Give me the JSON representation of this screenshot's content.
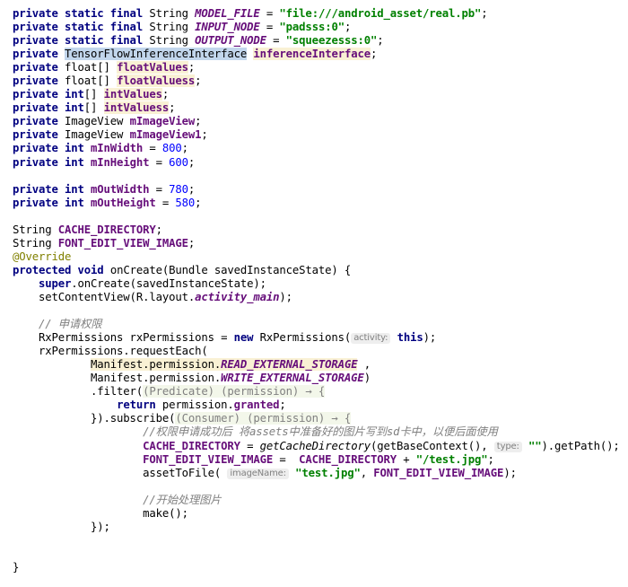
{
  "code": {
    "l1": {
      "p0": "private static final ",
      "p1": "String ",
      "p2": "MODEL_FILE",
      "p3": " = ",
      "p4": "\"file:///android_asset/real.pb\"",
      "p5": ";"
    },
    "l2": {
      "p0": "private static final ",
      "p1": "String ",
      "p2": "INPUT_NODE",
      "p3": " = ",
      "p4": "\"padsss:0\"",
      "p5": ";"
    },
    "l3": {
      "p0": "private static final ",
      "p1": "String ",
      "p2": "OUTPUT_NODE",
      "p3": " = ",
      "p4": "\"squeezesss:0\"",
      "p5": ";"
    },
    "l4": {
      "p0": "private ",
      "p1": "TensorFlowInferenceInterface",
      "p2": " ",
      "p3": "inferenceInterface",
      "p4": ";"
    },
    "l5": {
      "p0": "private ",
      "p1": "float[] ",
      "p2": "floatValues",
      "p3": ";"
    },
    "l6": {
      "p0": "private ",
      "p1": "float[] ",
      "p2": "floatValuess",
      "p3": ";"
    },
    "l7": {
      "p0": "private int",
      "p1": "[] ",
      "p2": "intValues",
      "p3": ";"
    },
    "l8": {
      "p0": "private int",
      "p1": "[] ",
      "p2": "intValuess",
      "p3": ";"
    },
    "l9": {
      "p0": "private ",
      "p1": "ImageView ",
      "p2": "mImageView",
      "p3": ";"
    },
    "l10": {
      "p0": "private ",
      "p1": "ImageView ",
      "p2": "mImageView1",
      "p3": ";"
    },
    "l11": {
      "p0": "private int ",
      "p1": "mInWidth",
      "p2": " = ",
      "p3": "800",
      "p4": ";"
    },
    "l12": {
      "p0": "private int ",
      "p1": "mInHeight",
      "p2": " = ",
      "p3": "600",
      "p4": ";"
    },
    "l14": {
      "p0": "private int ",
      "p1": "mOutWidth",
      "p2": " = ",
      "p3": "780",
      "p4": ";"
    },
    "l15": {
      "p0": "private int ",
      "p1": "mOutHeight",
      "p2": " = ",
      "p3": "580",
      "p4": ";"
    },
    "l17": {
      "p0": "String ",
      "p1": "CACHE_DIRECTORY",
      "p2": ";"
    },
    "l18": {
      "p0": "String ",
      "p1": "FONT_EDIT_VIEW_IMAGE",
      "p2": ";"
    },
    "l19": {
      "p0": "@Override"
    },
    "l20": {
      "p0": "protected void ",
      "p1": "onCreate(Bundle savedInstanceState) {"
    },
    "l21": {
      "p0": "    ",
      "p1": "super",
      "p2": ".onCreate(savedInstanceState);"
    },
    "l22": {
      "p0": "    setContentView(R.layout.",
      "p1": "activity_main",
      "p2": ");"
    },
    "l24": {
      "p0": "    ",
      "p1": "// 申请权限"
    },
    "l25": {
      "p0": "    RxPermissions rxPermissions = ",
      "p1": "new ",
      "p2": "RxPermissions(",
      "p3": "activity:",
      "p4": " ",
      "p5": "this",
      "p6": ");"
    },
    "l26": {
      "p0": "    rxPermissions.requestEach("
    },
    "l27": {
      "p0": "            ",
      "p1": "Manifest.permission.",
      "p2": "READ_EXTERNAL_STORAGE",
      "p3": " ,"
    },
    "l28": {
      "p0": "            Manifest.permission.",
      "p1": "WRITE_EXTERNAL_STORAGE",
      "p2": ")"
    },
    "l29": {
      "p0": "            .filter(",
      "p1": "(Predicate) (permission) → {"
    },
    "l30": {
      "p0": "                ",
      "p1": "return ",
      "p2": "permission.",
      "p3": "granted",
      "p4": ";"
    },
    "l31": {
      "p0": "            }).subscribe(",
      "p1": "(Consumer) (permission) → {"
    },
    "l32": {
      "p0": "                    ",
      "p1": "//权限申请成功后 将",
      "p2": "assets",
      "p3": "中准备好的图片写到",
      "p4": "sd",
      "p5": "卡中，以便后面使用"
    },
    "l33": {
      "p0": "                    ",
      "p1": "CACHE_DIRECTORY",
      "p2": " = ",
      "p3": "getCacheDirectory",
      "p4": "(getBaseContext(), ",
      "p5": "type:",
      "p6": " ",
      "p7": "\"\"",
      "p8": ").getPath();"
    },
    "l34": {
      "p0": "                    ",
      "p1": "FONT_EDIT_VIEW_IMAGE",
      "p2": " =  ",
      "p3": "CACHE_DIRECTORY",
      "p4": " + ",
      "p5": "\"/test.jpg\"",
      "p6": ";"
    },
    "l35": {
      "p0": "                    assetToFile( ",
      "p1": "imageName:",
      "p2": " ",
      "p3": "\"test.jpg\"",
      "p4": ", ",
      "p5": "FONT_EDIT_VIEW_IMAGE",
      "p6": ");"
    },
    "l37": {
      "p0": "                    ",
      "p1": "//开始处理图片"
    },
    "l38": {
      "p0": "                    make();"
    },
    "l39": {
      "p0": "            });"
    },
    "l42": {
      "p0": "}"
    }
  },
  "colors": {
    "keyword": "#000080",
    "constant": "#660e7a",
    "number": "#0000ff",
    "string": "#008000",
    "annotation": "#808000",
    "comment": "#808080",
    "selection": "#c2d6ec",
    "usage_highlight": "#f9f1d4"
  }
}
